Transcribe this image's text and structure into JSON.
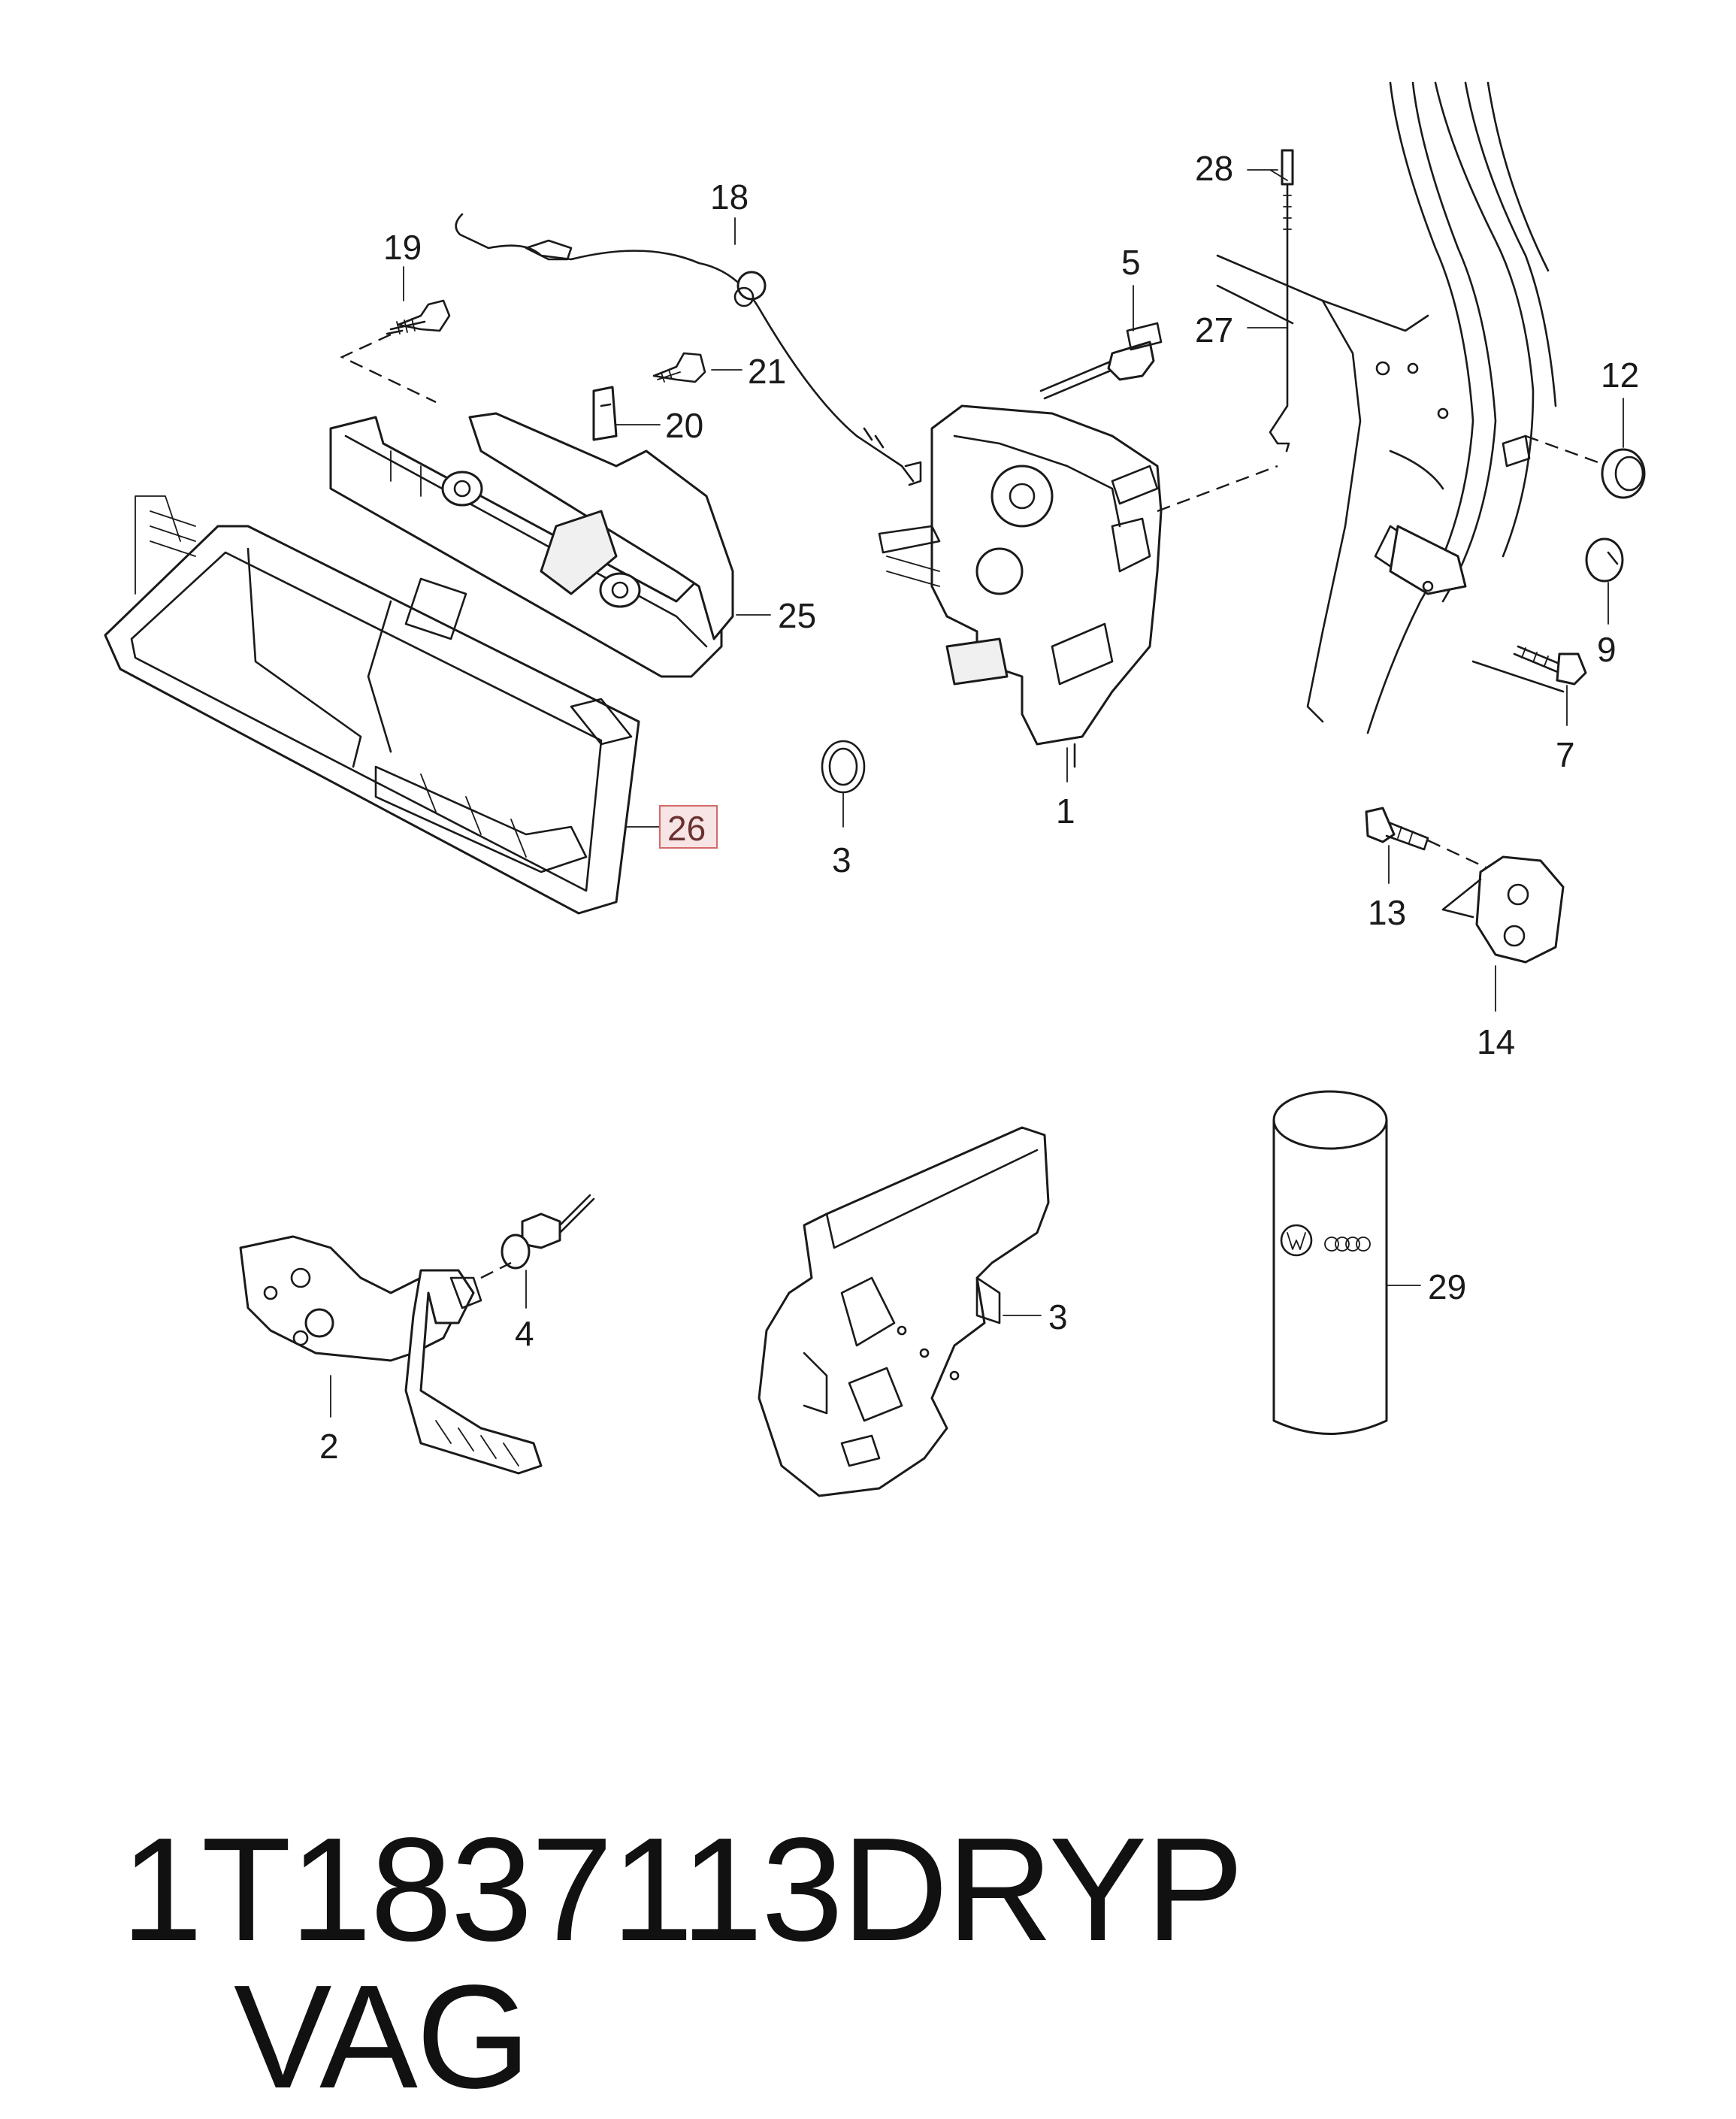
{
  "callouts": {
    "c1": "1",
    "c2": "2",
    "c3a": "3",
    "c3b": "3",
    "c4": "4",
    "c5": "5",
    "c7": "7",
    "c9": "9",
    "c12": "12",
    "c13": "13",
    "c14": "14",
    "c18": "18",
    "c19": "19",
    "c20": "20",
    "c21": "21",
    "c25": "25",
    "c26": "26",
    "c27": "27",
    "c28": "28",
    "c29": "29"
  },
  "highlighted_callout": "26",
  "footer": {
    "part_number": "1T1837113DRYP",
    "brand": "VAG"
  },
  "logos": [
    "vw-logo",
    "audi-rings-logo"
  ]
}
